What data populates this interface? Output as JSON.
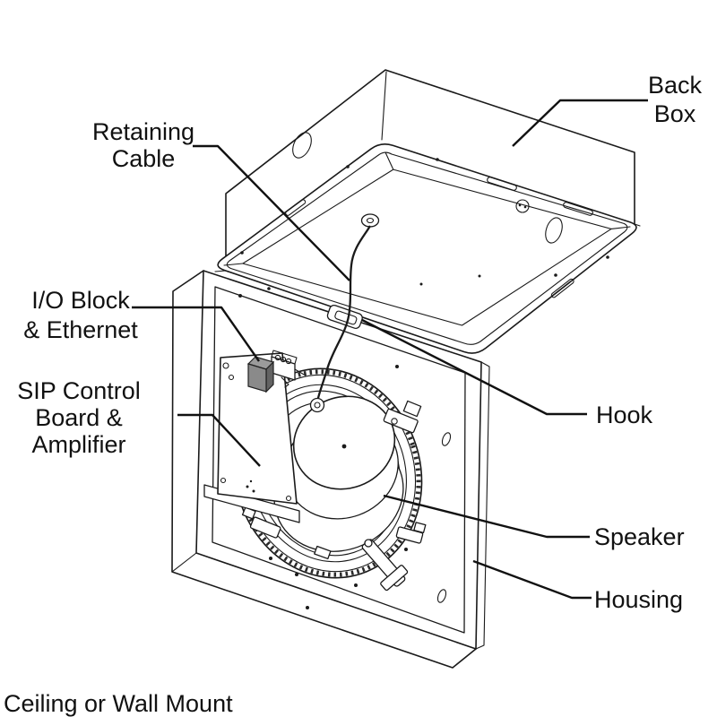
{
  "title_caption": "Ceiling or Wall Mount",
  "labels": {
    "back_box": [
      "Back",
      "Box"
    ],
    "retaining_cable": [
      "Retaining",
      "Cable"
    ],
    "io_block": [
      "I/O Block",
      "& Ethernet"
    ],
    "sip_board": [
      "SIP Control",
      "Board &",
      "Amplifier"
    ],
    "hook": "Hook",
    "speaker": "Speaker",
    "housing": "Housing"
  },
  "colors": {
    "line-color": "#1a1a1a",
    "label-color": "#111111",
    "background": "#ffffff",
    "io-block-top": "#9b9b9b",
    "io-block-front": "#8a8a8a",
    "io-block-side": "#636363"
  }
}
